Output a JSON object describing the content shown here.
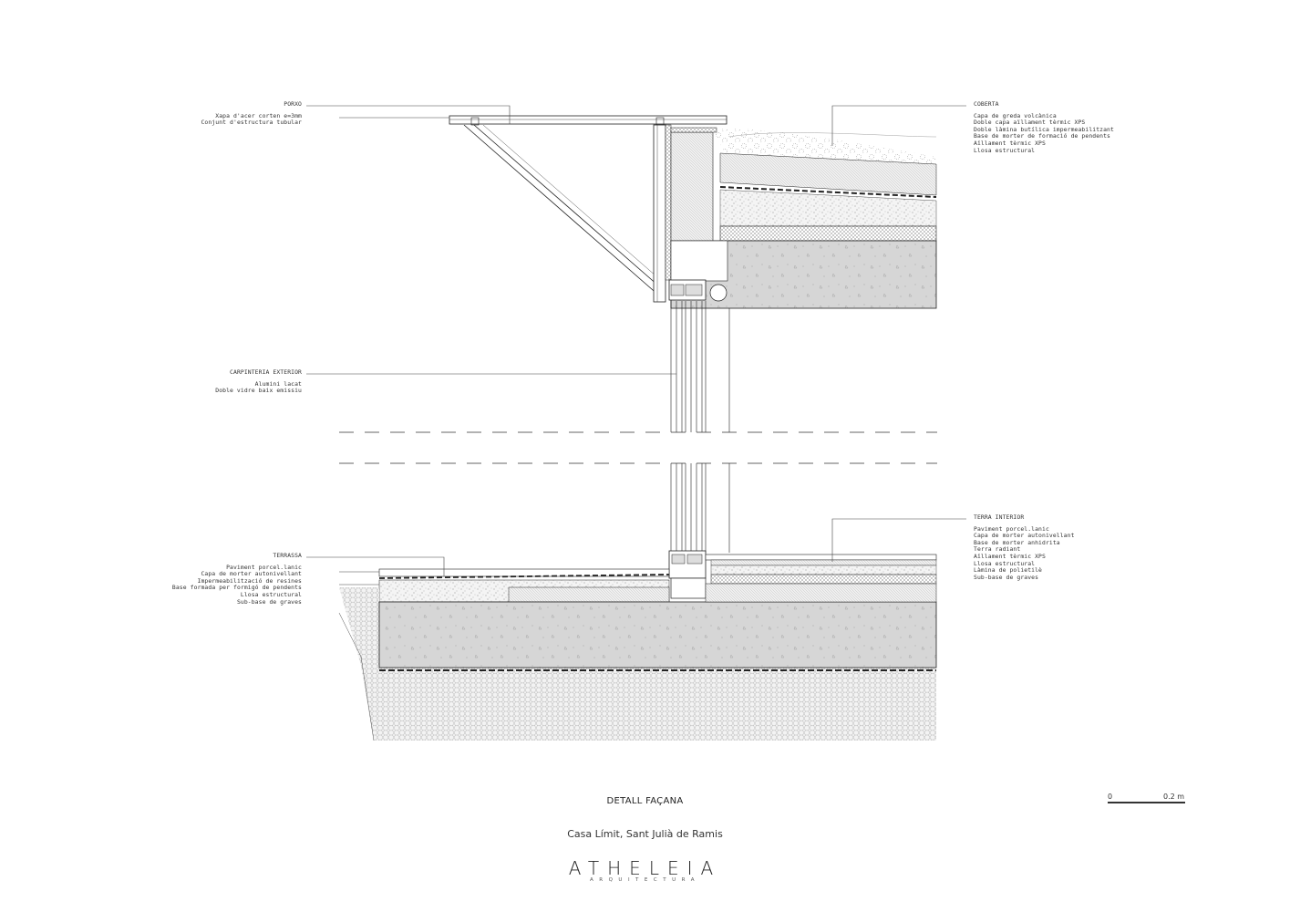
{
  "annotations": {
    "porxo": {
      "title": "PORXO",
      "lines": [
        "Xapa d'acer corten e=3mm",
        "Conjunt d'estructura tubular"
      ]
    },
    "carpinteria": {
      "title": "CARPINTERIA EXTERIOR",
      "lines": [
        "Alumini lacat",
        "Doble vidre baix emissiu"
      ]
    },
    "terrassa": {
      "title": "TERRASSA",
      "lines": [
        "Paviment porcel.lanic",
        "Capa de morter autonivellant",
        "Impermeabilització de resines",
        "Base formada per formigó de pendents",
        "Llosa estructural",
        "Sub-base de graves"
      ]
    },
    "coberta": {
      "title": "COBERTA",
      "lines": [
        "Capa de greda volcànica",
        "Doble capa aïllament tèrmic XPS",
        "Doble làmina butílica impermeabilitzant",
        "Base de morter de formació de pendents",
        "Aïllament tèrmic XPS",
        "Llosa estructural"
      ]
    },
    "terra_interior": {
      "title": "TERRA INTERIOR",
      "lines": [
        "Paviment porcel.lanic",
        "Capa de morter autonivellant",
        "Base de morter anhidrita",
        "Terra radiant",
        "Aïllament tèrmic XPS",
        "Llosa estructural",
        "Làmina de polietilè",
        "Sub-base de graves"
      ]
    }
  },
  "caption": "DETALL FAÇANA",
  "project": "Casa Límit, Sant Julià de Ramis",
  "brand": {
    "name": "ATHELEIA",
    "sub": "ARQUITECTURA"
  },
  "scale": {
    "start": "0",
    "end": "0.2 m"
  },
  "colors": {
    "line": "#222222",
    "concrete": "#d4d4d4",
    "gravel_fill": "#ececec",
    "background": "#ffffff"
  }
}
